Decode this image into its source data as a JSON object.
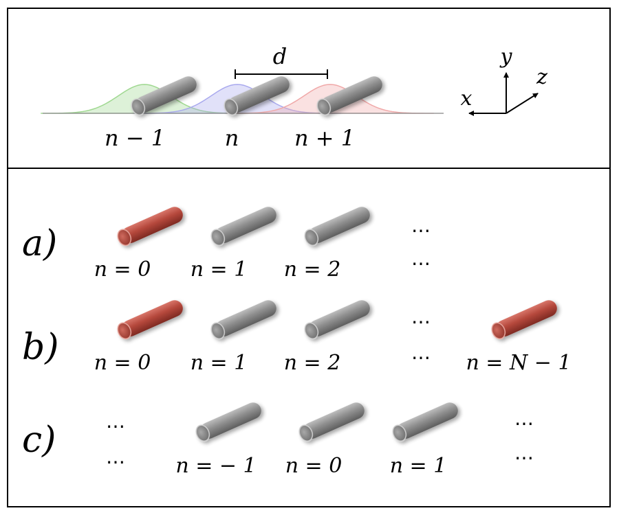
{
  "top_panel": {
    "spacing_label": "d",
    "site_labels": [
      "n − 1",
      "n",
      "n + 1"
    ],
    "axes": {
      "x": "x",
      "y": "y",
      "z": "z"
    },
    "gaussian_colors": [
      "#9fd890",
      "#a9a9ee",
      "#f0a8a8"
    ]
  },
  "rows": [
    {
      "label": "a)",
      "labels": [
        "n = 0",
        "n = 1",
        "n = 2",
        "⋯",
        "⋯"
      ]
    },
    {
      "label": "b)",
      "labels": [
        "n = 0",
        "n = 1",
        "n = 2",
        "⋯",
        "⋯",
        "n = N − 1"
      ]
    },
    {
      "label": "c)",
      "labels": [
        "⋯",
        "⋯",
        "n = − 1",
        "n = 0",
        "n = 1",
        "⋯",
        "⋯"
      ]
    }
  ],
  "colors": {
    "rod_gray": "#8a8a8a",
    "rod_red": "#b5483c",
    "frame": "#000000"
  }
}
